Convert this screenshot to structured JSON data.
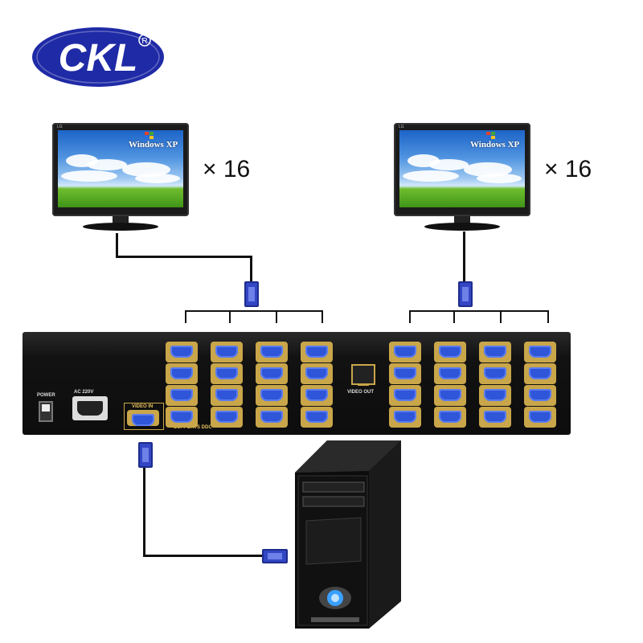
{
  "logo": {
    "text": "CKL",
    "mark": "®"
  },
  "monitors": [
    {
      "brand": "LG",
      "screen_text": "Windows XP",
      "multiplier": "× 16"
    },
    {
      "brand": "LG",
      "screen_text": "Windows XP",
      "multiplier": "× 16"
    }
  ],
  "panel": {
    "power_label": "POWER",
    "ac_label": "AC 220V",
    "video_in_label": "VIDEO IN",
    "supports_label": "SUPPORTS DDC",
    "video_out_label": "VIDEO OUT",
    "ports_left_count": 16,
    "ports_right_count": 16
  },
  "colors": {
    "logo_blue": "#1f2aa6",
    "vga_blue": "#2f55d8",
    "port_gold": "#c9a64a",
    "panel": "#121212"
  }
}
